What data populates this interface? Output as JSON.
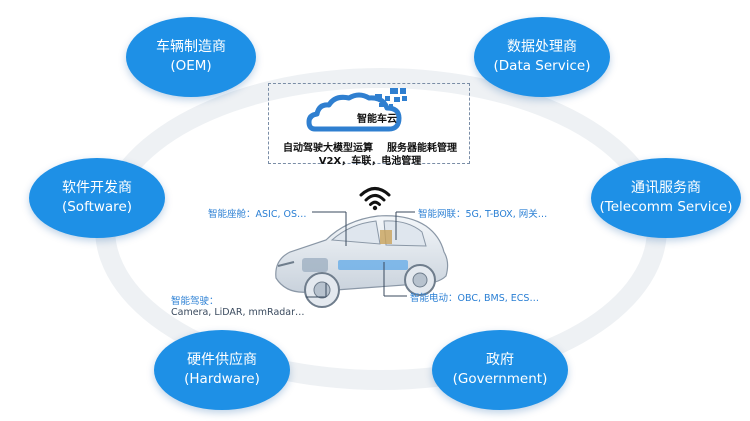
{
  "nodes": {
    "oem": {
      "cn": "车辆制造商",
      "en": "(OEM)"
    },
    "data_service": {
      "cn": "数据处理商",
      "en": "(Data Service)"
    },
    "software": {
      "cn": "软件开发商",
      "en": "(Software)"
    },
    "telecomm": {
      "cn": "通讯服务商",
      "en": "(Telecomm Service)"
    },
    "hardware": {
      "cn": "硬件供应商",
      "en": "(Hardware)"
    },
    "government": {
      "cn": "政府",
      "en": "(Government)"
    }
  },
  "cloud": {
    "title": "智能车云",
    "line1_left": "自动驾驶大模型运算",
    "line1_right": "服务器能耗管理",
    "line2": "V2X，车联，电池管理"
  },
  "car_labels": {
    "cockpit": "智能座舱：ASIC, OS…",
    "network": "智能网联：5G, T-BOX, 网关…",
    "driving_title": "智能驾驶：",
    "driving_items": "Camera, LiDAR, mmRadar…",
    "electric": "智能电动：OBC, BMS, ECS…"
  },
  "colors": {
    "node_blue": "#1e90e6",
    "cloud_blue": "#2f7fd0",
    "label_blue": "#2a7fd4"
  },
  "icons": [
    "cloud-icon",
    "wifi-icon",
    "car-illustration"
  ]
}
